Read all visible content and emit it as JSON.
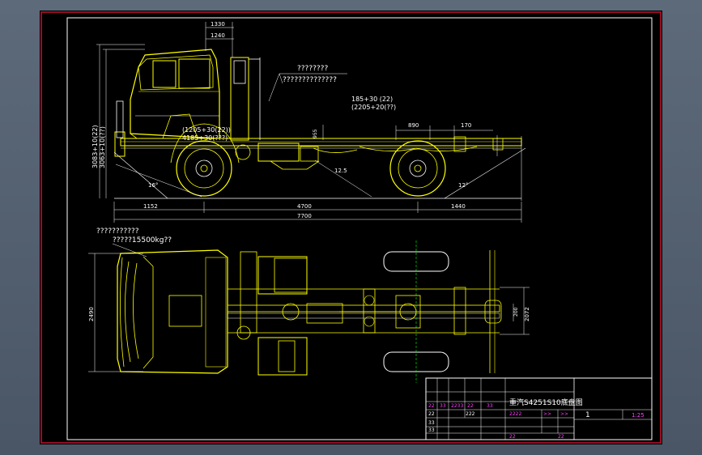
{
  "annotations": {
    "cab_label_1": "????????",
    "cab_label_2": "??????????????",
    "front_tire": "(1205+30(22))",
    "front_tire_2": "4185+30(???)",
    "rear_tire": "(2205+20(??)",
    "rear_tire_2": "185+30  (22)",
    "height_1": "3083+10(22)",
    "height_2": "3063+10(??)",
    "plan_label_1": "???????????",
    "plan_label_2": "?????15500kg??",
    "angle_front": "16°",
    "angle_rear": "12°",
    "angle_mid": "12.5"
  },
  "dimensions": {
    "top_1": "1330",
    "top_2": "1240",
    "rear_a": "890",
    "rear_b": "170",
    "frame_h": "955",
    "overall": "7700",
    "front_oh": "1152",
    "wheelbase": "4700",
    "rear_oh": "1440",
    "width": "2490",
    "track": "2072",
    "rear_small": "200"
  },
  "title_block": {
    "drawing_title": "重汽S4251S10底盘图",
    "sheet": "1",
    "scale": "1:25",
    "cells": [
      "22",
      "33",
      "2233",
      "22",
      "33",
      "222",
      "22",
      "2222",
      ">>",
      ">>",
      "33",
      "33",
      "22",
      "22"
    ]
  },
  "colors": {
    "frame": "#c8102e",
    "yellow": "#ffff00",
    "white": "#ffffff",
    "magenta": "#ff40ff",
    "cyan": "#00ffff",
    "green": "#00ff00"
  }
}
